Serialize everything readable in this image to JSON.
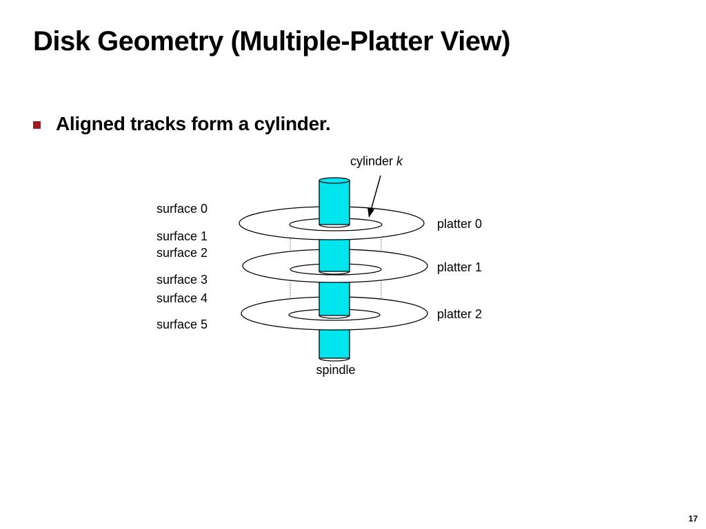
{
  "slide": {
    "title": "Disk Geometry (Multiple-Platter View)",
    "bullet": "Aligned tracks form a cylinder.",
    "page_number": "17"
  },
  "colors": {
    "bullet": "#9b1d20",
    "spindle_fill": "#00e5ee",
    "stroke": "#000000"
  },
  "diagram": {
    "cylinder_label": "cylinder",
    "cylinder_label_var": "k",
    "surfaces": [
      "surface 0",
      "surface 1",
      "surface 2",
      "surface 3",
      "surface 4",
      "surface 5"
    ],
    "platters": [
      "platter 0",
      "platter 1",
      "platter 2"
    ],
    "spindle_label": "spindle"
  }
}
